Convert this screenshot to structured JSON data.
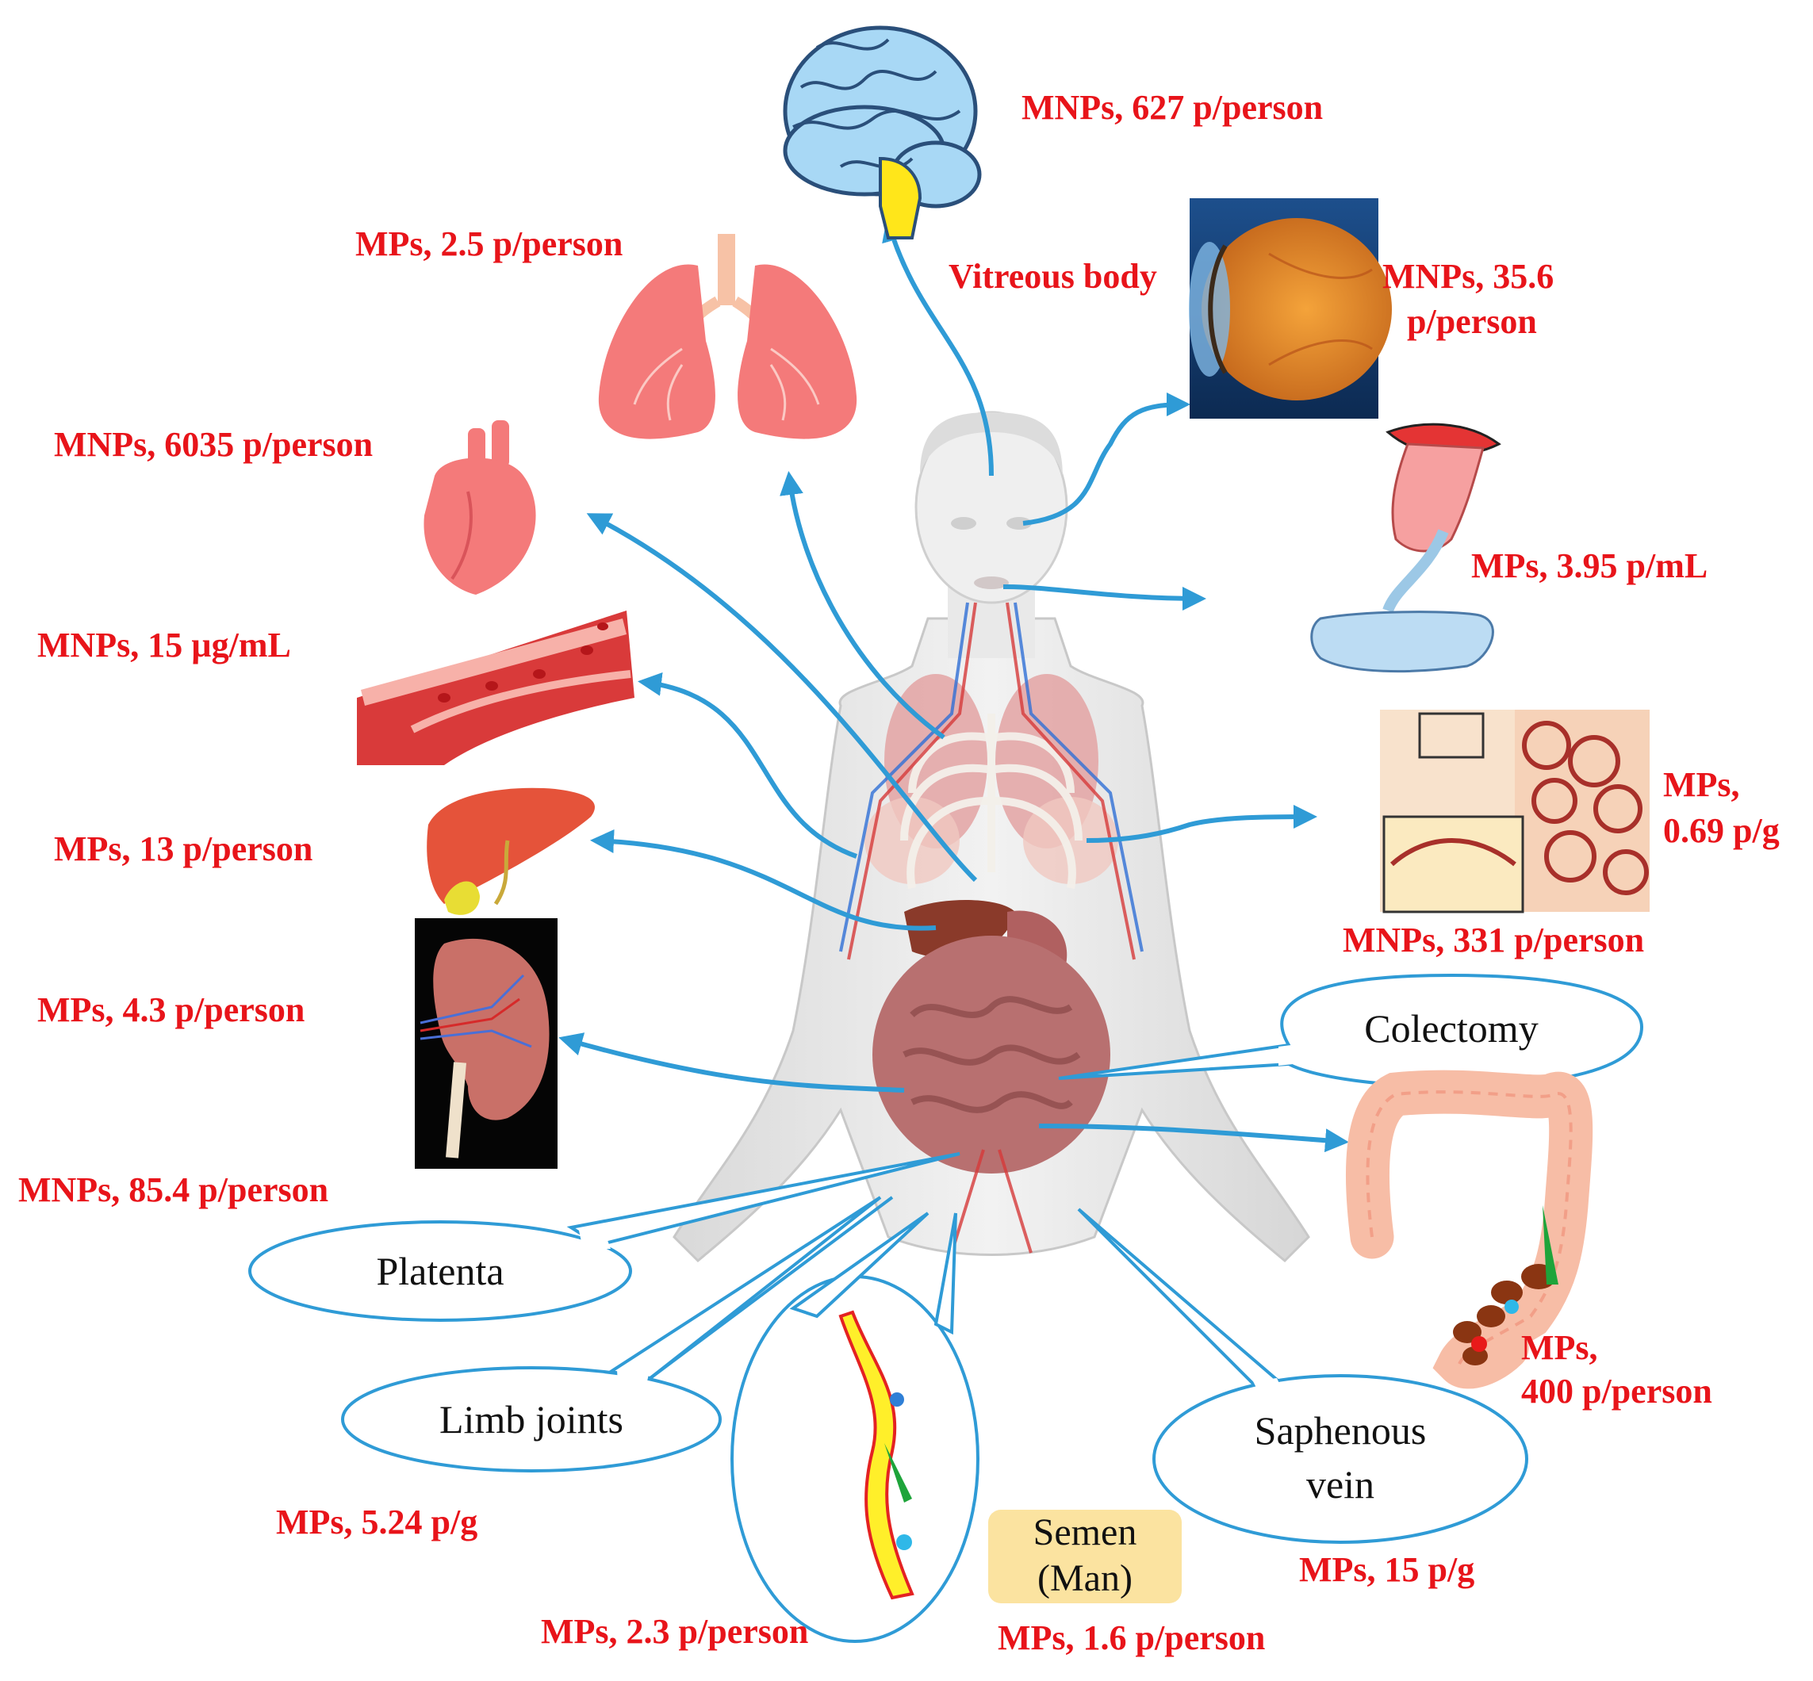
{
  "labels": {
    "brain": "MNPs, 627 p/person",
    "lungs": "MPs, 2.5 p/person",
    "vitreous": "Vitreous body",
    "eye_1": "MNPs, 35.6",
    "eye_2": "p/person",
    "heart": "MNPs, 6035 p/person",
    "saliva": "MPs, 3.95 p/mL",
    "blood": "MNPs, 15 µg/mL",
    "milk_1": "MPs,",
    "milk_2": "0.69 p/g",
    "liver": "MPs, 13 p/person",
    "breast": "MNPs, 331 p/person",
    "kidney": "MPs, 4.3 p/person",
    "placenta": "MNPs, 85.4 p/person",
    "colon_1": "MPs,",
    "colon_2": "400 p/person",
    "joints": "MPs, 5.24 p/g",
    "vessel": "MPs, 2.3 p/person",
    "semen_val": "MPs, 1.6 p/person",
    "saphenous": "MPs, 15 p/g"
  },
  "callouts": {
    "colectomy": "Colectomy",
    "platenta": "Platenta",
    "limb_joints": "Limb joints",
    "saphenous_1": "Saphenous",
    "saphenous_2": "vein",
    "semen_1": "Semen",
    "semen_2": "(Man)"
  },
  "colors": {
    "label_red": "#e8141a",
    "arrow_blue": "#2f9bd6",
    "body_grey": "#e4e4e4",
    "organ_pink": "#f07c7c"
  },
  "icons": [
    "brain-icon",
    "lungs-icon",
    "eye-icon",
    "heart-icon",
    "tongue-icon",
    "blood-vessel-icon",
    "breast-tissue-icon",
    "liver-icon",
    "kidney-icon",
    "colon-icon",
    "vessel-icon",
    "human-body-icon"
  ]
}
